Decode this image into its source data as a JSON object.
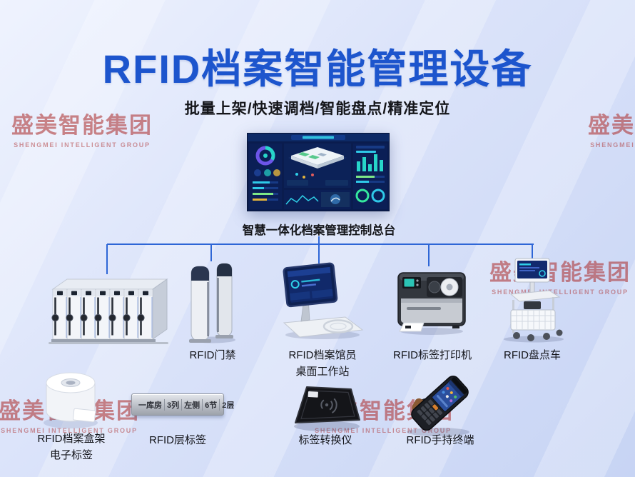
{
  "page": {
    "title": "RFID档案智能管理设备",
    "subtitle": "批量上架/快速调档/智能盘点/精准定位"
  },
  "watermark": {
    "cn": "盛美智能集团",
    "en": "SHENGMEI INTELLIGENT GROUP"
  },
  "console": {
    "caption": "智慧一体化档案管理控制总台"
  },
  "devices": {
    "gate": {
      "caption": "RFID门禁"
    },
    "workstation": {
      "caption_line1": "RFID档案馆员",
      "caption_line2": "桌面工作站"
    },
    "printer": {
      "caption": "RFID标签打印机"
    },
    "cart": {
      "caption": "RFID盘点车"
    },
    "label_roll": {
      "caption_line1": "RFID档案盒架",
      "caption_line2": "电子标签"
    },
    "layer_label": {
      "caption": "RFID层标签",
      "segments": [
        "一库房",
        "3列",
        "左侧",
        "6节",
        "2层"
      ]
    },
    "converter": {
      "caption": "标签转换仪"
    },
    "handheld": {
      "caption": "RFID手持终端"
    }
  },
  "colors": {
    "title_blue": "#1d55cd",
    "watermark_red": "#ad3030",
    "connector_blue": "#2e66d6",
    "background_top": "#eff3fe",
    "background_bottom": "#c7d4f4"
  }
}
